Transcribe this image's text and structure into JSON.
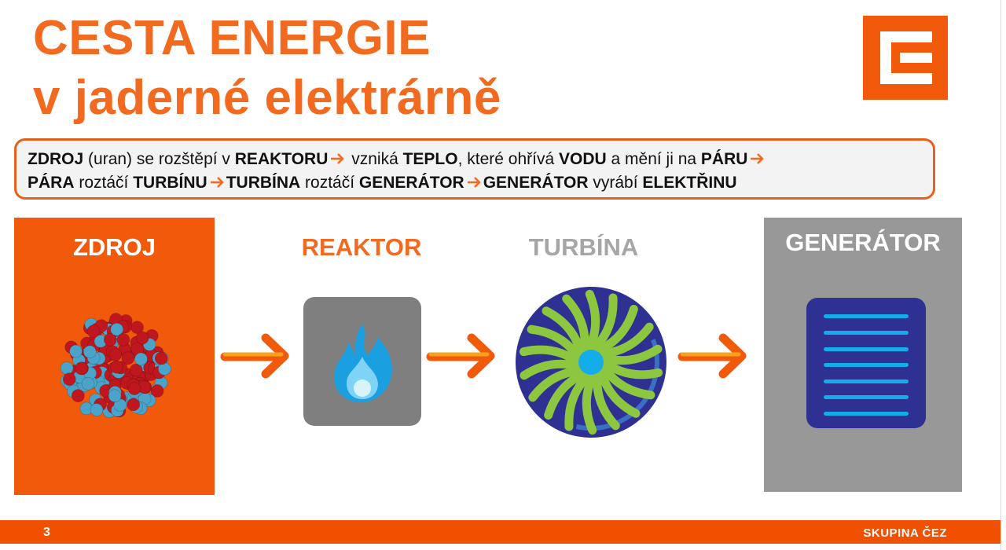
{
  "title": {
    "line1": "CESTA ENERGIE",
    "line2": "v jaderné elektrárně"
  },
  "summary": {
    "line1": [
      "ZDROJ",
      " (uran) se rozštěpí v ",
      "REAKTORU",
      " vzniká ",
      "TEPLO",
      ", které ohřívá ",
      "VODU",
      " a mění ji na ",
      "PÁRU"
    ],
    "line2": [
      "PÁRA",
      " roztáčí ",
      "TURBÍNU",
      "TURBÍNA",
      " roztáčí ",
      "GENERÁTOR",
      "GENERÁTOR",
      " vyrábí ",
      "ELEKTŘINU"
    ]
  },
  "stages": [
    {
      "label": "ZDROJ",
      "icon": "atom-icon"
    },
    {
      "label": "REAKTOR",
      "icon": "flame-icon"
    },
    {
      "label": "TURBÍNA",
      "icon": "turbine-icon"
    },
    {
      "label": "GENERÁTOR",
      "icon": "generator-icon"
    }
  ],
  "footer": {
    "page": "3",
    "brand": "SKUPINA ČEZ"
  },
  "colors": {
    "orange": "#f05a0a",
    "gray": "#989898",
    "navy": "#2e3192",
    "cyan": "#13aee9",
    "green": "#8dc63f"
  }
}
